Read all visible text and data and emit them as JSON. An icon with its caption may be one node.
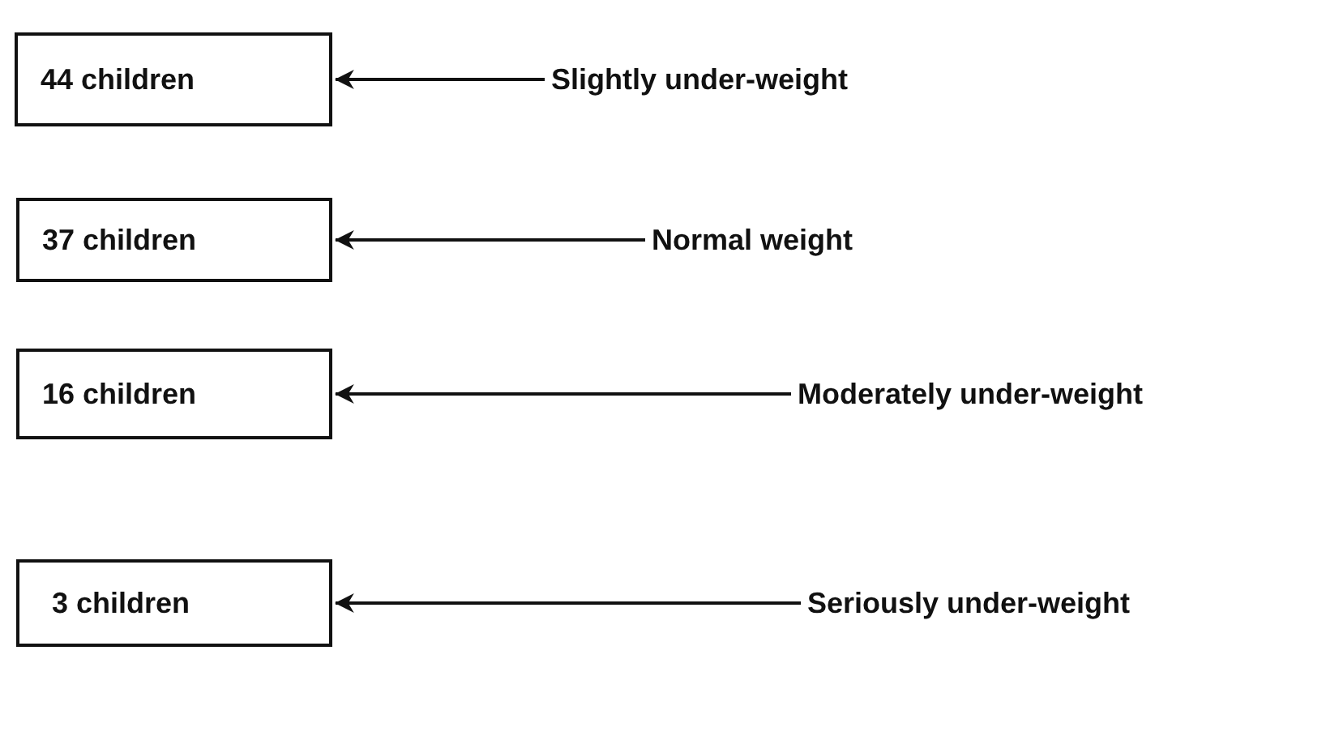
{
  "diagram": {
    "nodes": [
      {
        "text": [
          "44 children"
        ]
      },
      {
        "text": [
          "Slightly under-weight"
        ]
      },
      {
        "text": [
          "37 children"
        ]
      },
      {
        "text": [
          "Normal weight"
        ]
      },
      {
        "text": [
          "16 children"
        ]
      },
      {
        "text": [
          "Moderately under-weight"
        ]
      },
      {
        "text": [
          "3 children"
        ]
      },
      {
        "text": [
          "Seriously under-weight"
        ]
      }
    ],
    "edges": [
      {
        "from": 1,
        "to": 0,
        "arrow": "to"
      },
      {
        "from": 3,
        "to": 2,
        "arrow": "to"
      },
      {
        "from": 5,
        "to": 4,
        "arrow": "to"
      },
      {
        "from": 7,
        "to": 6,
        "arrow": "to"
      }
    ]
  }
}
